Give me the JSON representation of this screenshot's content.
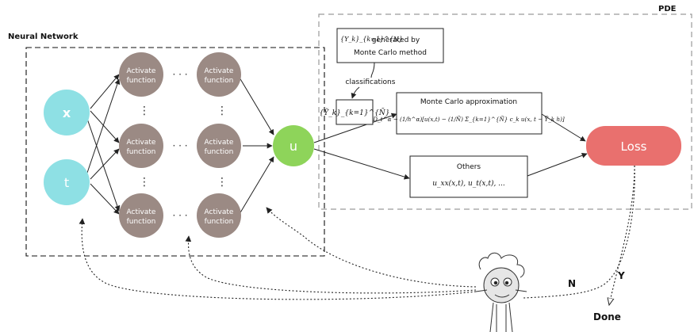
{
  "titles": {
    "nn": "Neural Network",
    "pde": "PDE"
  },
  "inputs": {
    "x": "x",
    "t": "t"
  },
  "activate": {
    "line1": "Activate",
    "line2": "function"
  },
  "output": "u",
  "dots_h": "· · ·",
  "dots_v": "⋮",
  "boxes": {
    "gen": {
      "math": "{Y_k}_{k=1}^{N}",
      "line1": "generated by",
      "line2": "Monte Carlo method"
    },
    "classifications": "classifications",
    "ytilde": "{Ỹ_k}_{k=1}^{Ñ}",
    "mc": {
      "title": "Monte Carlo approximation",
      "formula": "D_t^α ∼ (1/h^α)[u(x,t) − (1/Ñ) Σ_{k=1}^{Ñ} c_k u(x, t − Ỹ_k h)]"
    },
    "others": {
      "title": "Others",
      "formula": "u_xx(x,t), u_t(x,t), ..."
    }
  },
  "loss": "Loss",
  "decision": {
    "no": "N",
    "yes": "Y",
    "done": "Done"
  },
  "colors": {
    "input": "#8ee0e4",
    "activate": "#9b8a84",
    "output": "#8ed45a",
    "loss": "#e9706e"
  }
}
